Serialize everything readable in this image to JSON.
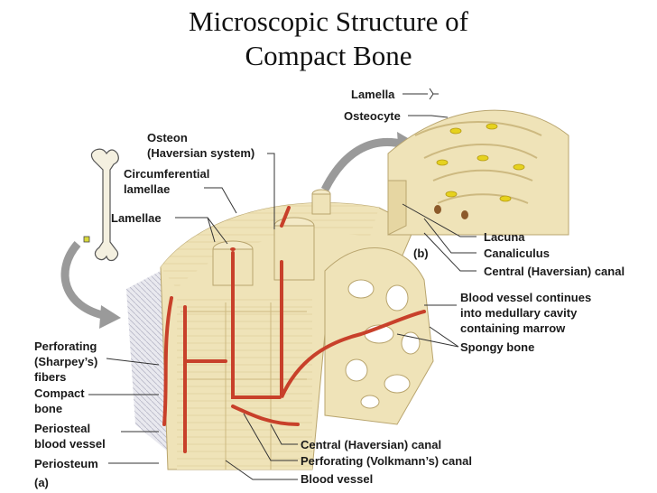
{
  "title": {
    "line1": "Microscopic Structure of",
    "line2": "Compact Bone"
  },
  "labels": {
    "lamella": "Lamella",
    "osteocyte": "Osteocyte",
    "osteon": "Osteon",
    "haversian_system": "(Haversian system)",
    "circumferential": "Circumferential",
    "lamellae_circ": "lamellae",
    "lamellae": "Lamellae",
    "lacuna": "Lacuna",
    "canaliculus": "Canaliculus",
    "central_canal_b": "Central (Haversian) canal",
    "panel_b": "(b)",
    "blood_vessel_continues": "Blood vessel continues",
    "into_medullary": "into medullary cavity",
    "containing_marrow": "containing marrow",
    "spongy_bone": "Spongy bone",
    "perforating": "Perforating",
    "sharpeys": "(Sharpey’s)",
    "fibers": "fibers",
    "compact": "Compact",
    "bone": "bone",
    "periosteal": "Periosteal",
    "blood_vessel_p": "blood vessel",
    "periosteum": "Periosteum",
    "panel_a": "(a)",
    "central_canal_a": "Central (Haversian) canal",
    "volkmann": "Perforating (Volkmann’s) canal",
    "blood_vessel": "Blood vessel"
  },
  "colors": {
    "bone": "#efe3b8",
    "bone_dark": "#d9c68f",
    "vessel": "#c8402a",
    "osteocyte": "#e6d21e",
    "periosteum": "#b8b8c8",
    "arrow": "#9a9a9a"
  }
}
